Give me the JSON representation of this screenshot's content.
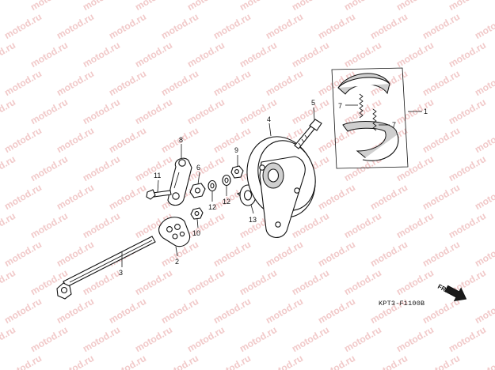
{
  "watermark": {
    "text": "motod.ru",
    "color": "#f1c9c9"
  },
  "diagram_code": "KPT3-F1100B",
  "direction_label": "FR.",
  "callouts": {
    "c1": "1",
    "c2": "2",
    "c3": "3",
    "c4": "4",
    "c5": "5",
    "c6": "6",
    "c7a": "7",
    "c7b": "7",
    "c8": "8",
    "c9": "9",
    "c10": "10",
    "c11": "11",
    "c12a": "12",
    "c12b": "12",
    "c13": "13"
  }
}
